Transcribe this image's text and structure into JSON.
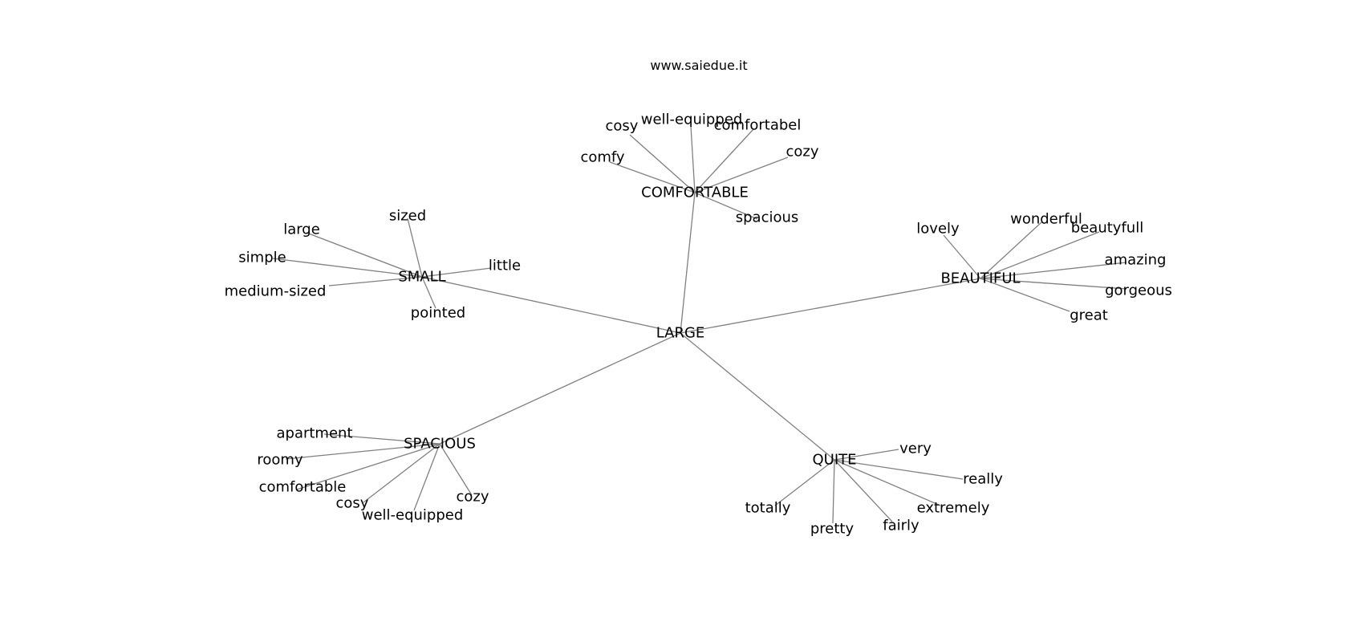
{
  "header": {
    "watermark": "www.saiedue.it"
  },
  "graph": {
    "root": "LARGE",
    "groups": [
      {
        "label": "COMFORTABLE",
        "children": [
          "cosy",
          "well-equipped",
          "comfortabel",
          "cozy",
          "comfy",
          "spacious"
        ]
      },
      {
        "label": "SMALL",
        "children": [
          "sized",
          "large",
          "simple",
          "medium-sized",
          "little",
          "pointed"
        ]
      },
      {
        "label": "BEAUTIFUL",
        "children": [
          "lovely",
          "wonderful",
          "beautyfull",
          "amazing",
          "gorgeous",
          "great"
        ]
      },
      {
        "label": "SPACIOUS",
        "children": [
          "apartment",
          "roomy",
          "comfortable",
          "cosy",
          "well-equipped",
          "cozy"
        ]
      },
      {
        "label": "QUITE",
        "children": [
          "very",
          "really",
          "extremely",
          "fairly",
          "pretty",
          "totally"
        ]
      }
    ]
  },
  "colors": {
    "edge": "#808080",
    "text": "#000000",
    "background": "#ffffff"
  }
}
